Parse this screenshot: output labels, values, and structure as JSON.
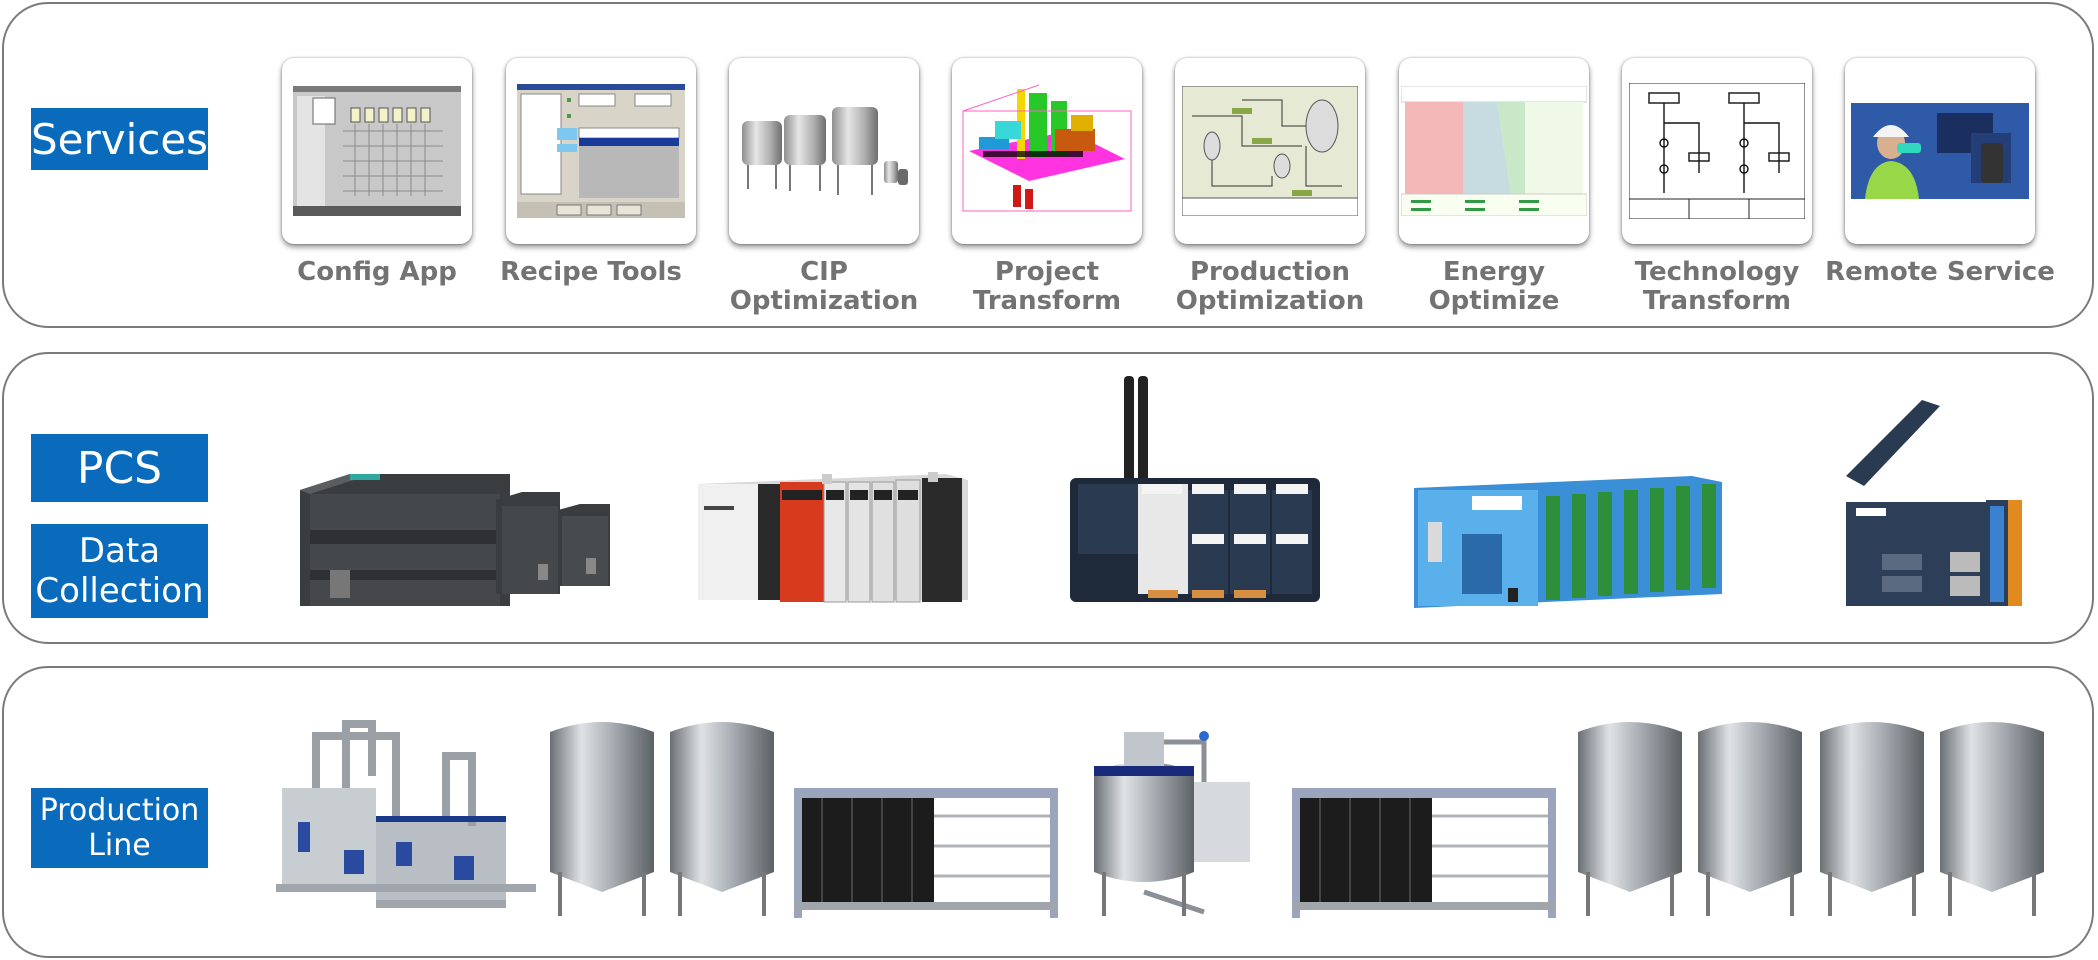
{
  "layers": {
    "services": {
      "label": "Services"
    },
    "pcs": {
      "label": "PCS"
    },
    "data_collection": {
      "label": "Data\nCollection"
    },
    "production_line": {
      "label": "Production\nLine"
    }
  },
  "services": {
    "items": [
      {
        "caption": "Config App",
        "icon": "hmi-config-screenshot"
      },
      {
        "caption": "Recipe Tools",
        "icon": "recipe-table-screenshot"
      },
      {
        "caption": "CIP Optimization",
        "icon": "cip-tanks-image"
      },
      {
        "caption": "Project Transform",
        "icon": "3d-plant-model-image"
      },
      {
        "caption": "Production\nOptimization",
        "icon": "process-diagram-image"
      },
      {
        "caption": "Energy Optimize",
        "icon": "energy-chart-image"
      },
      {
        "caption": "Technology\nTransform",
        "icon": "schematic-drawing-image"
      },
      {
        "caption": "Remote Service",
        "icon": "remote-engineer-photo"
      }
    ]
  },
  "pcs_devices": [
    {
      "icon": "siemens-plc-icon"
    },
    {
      "icon": "allen-bradley-plc-icon"
    },
    {
      "icon": "wireless-io-controller-icon"
    },
    {
      "icon": "adam-io-module-icon"
    },
    {
      "icon": "iot-gateway-icon"
    }
  ],
  "line_equipment": [
    {
      "icon": "pump-skid-icon"
    },
    {
      "icon": "storage-tank-pair-icon"
    },
    {
      "icon": "plate-heat-exchanger-icon"
    },
    {
      "icon": "mixer-tank-icon"
    },
    {
      "icon": "plate-heat-exchanger-icon"
    },
    {
      "icon": "storage-tank-pair-icon"
    },
    {
      "icon": "storage-tank-pair-icon"
    }
  ],
  "colors": {
    "accent": "#0a6bbd",
    "caption": "#737373",
    "border": "#7a7a7a"
  }
}
